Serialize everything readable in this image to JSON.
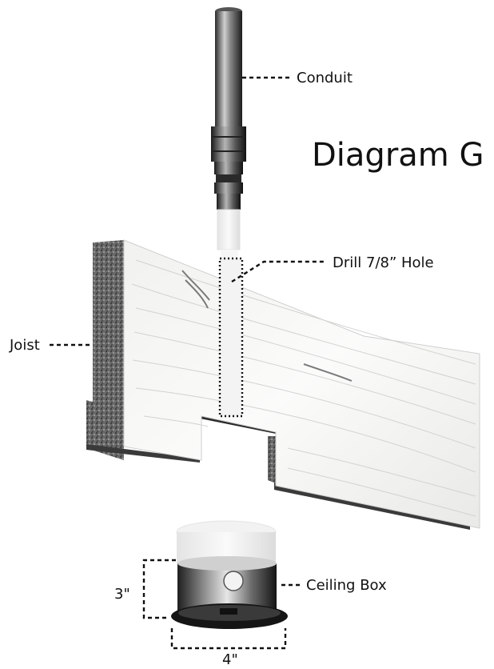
{
  "title": "Diagram G",
  "labels": {
    "conduit": "Conduit",
    "drill_hole": "Drill 7/8” Hole",
    "joist": "Joist",
    "ceiling_box": "Ceiling Box"
  },
  "dimensions": {
    "height": "3\"",
    "width": "4\""
  }
}
